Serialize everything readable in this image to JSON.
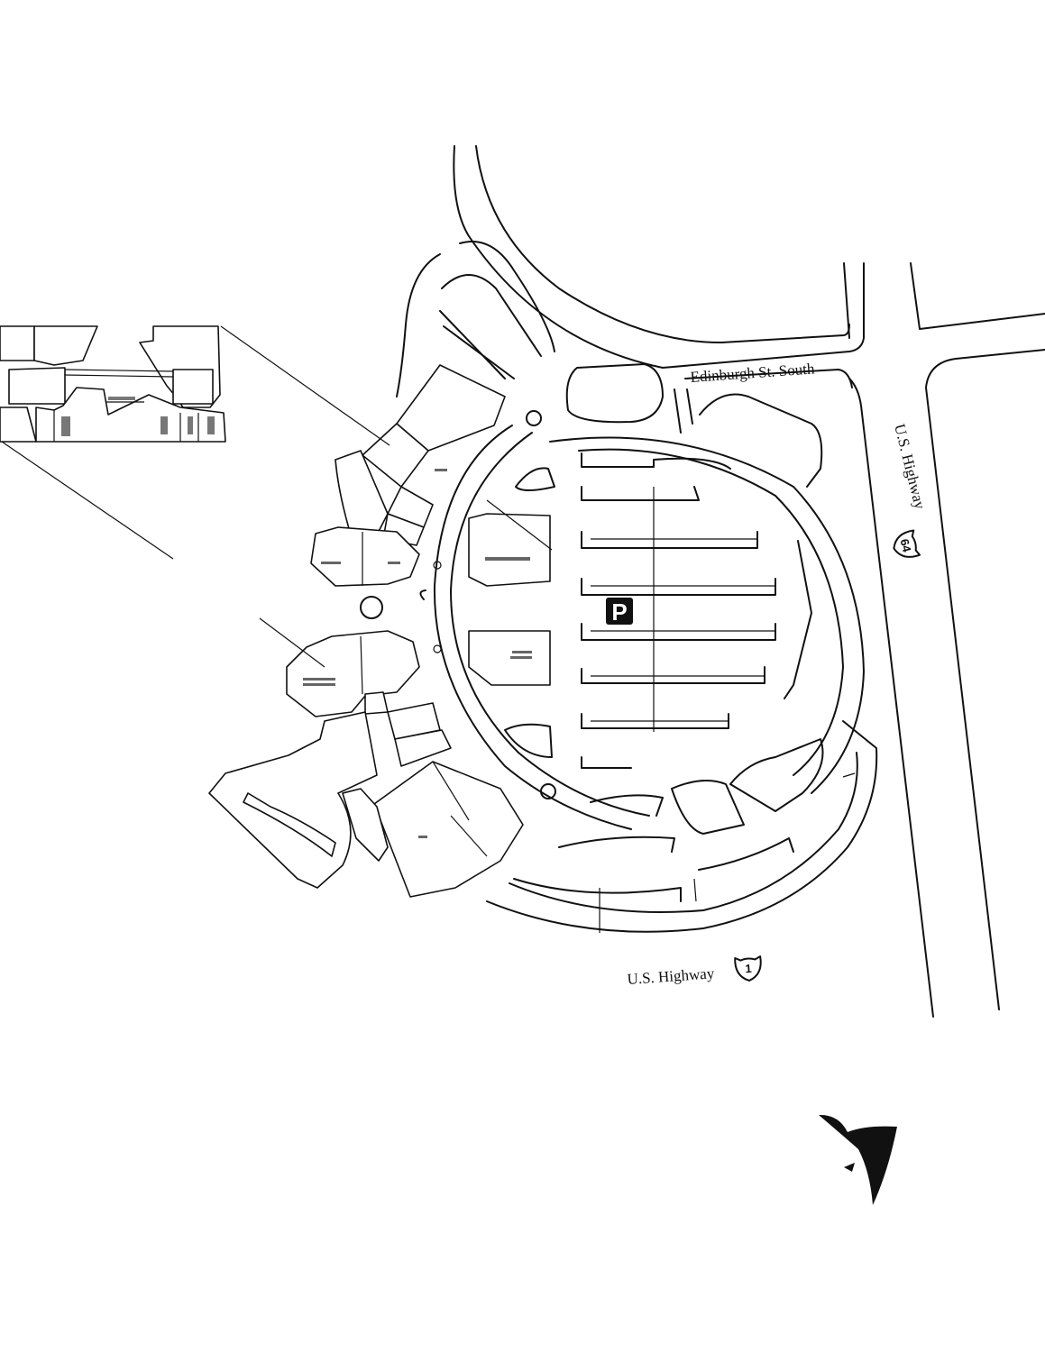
{
  "roads": {
    "north": "Edinburgh St. South",
    "east": "U.S. Highway",
    "east_shield": "64",
    "south": "U.S. Highway",
    "south_shield": "1"
  },
  "parking": {
    "label": "P",
    "icon": "parking-sign-icon"
  },
  "icons": {
    "north_arrow": "north-arrow-icon"
  },
  "colors": {
    "ink": "#111111",
    "paper": "#ffffff"
  }
}
